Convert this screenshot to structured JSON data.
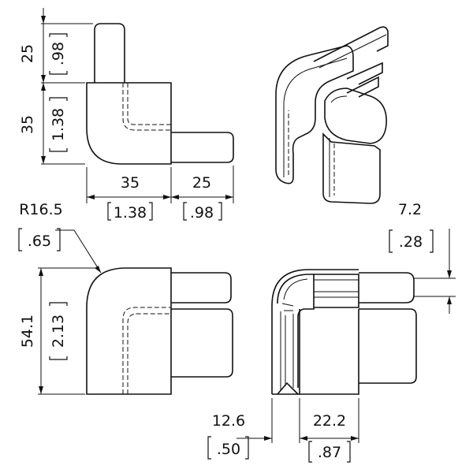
{
  "dimensions": {
    "top_height_mm": "25",
    "top_height_in": ".98",
    "body_height_mm": "35",
    "body_height_in": "1.38",
    "body_width_mm": "35",
    "body_width_in": "1.38",
    "arm_width_mm": "25",
    "arm_width_in": ".98",
    "radius_mm": "R16.5",
    "radius_in": ".65",
    "total_height_mm": "54.1",
    "total_height_in": "2.13",
    "slot_mm": "7.2",
    "slot_in": ".28",
    "wall_mm": "12.6",
    "wall_in": ".50",
    "inner_mm": "22.2",
    "inner_in": ".87"
  }
}
